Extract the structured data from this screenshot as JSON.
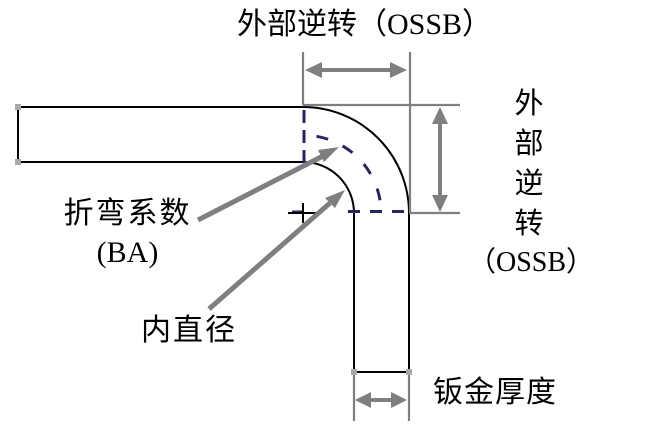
{
  "labels": {
    "ossb_top": "外部逆转（OSSB）",
    "ossb_right": [
      "外",
      "部",
      "逆",
      "转"
    ],
    "ossb_right_suffix": "（OSSB）",
    "bend_allowance": "折弯系数",
    "bend_allowance_abbr": "(BA)",
    "inner_diameter": "内直径",
    "sheet_thickness": "钣金厚度"
  },
  "colors": {
    "outline_black": "#000000",
    "dimension_gray": "#7f7f7f",
    "neutral_axis_navy": "#26265e",
    "handle_dot_gray": "#a8a8a8",
    "background": "#ffffff"
  }
}
